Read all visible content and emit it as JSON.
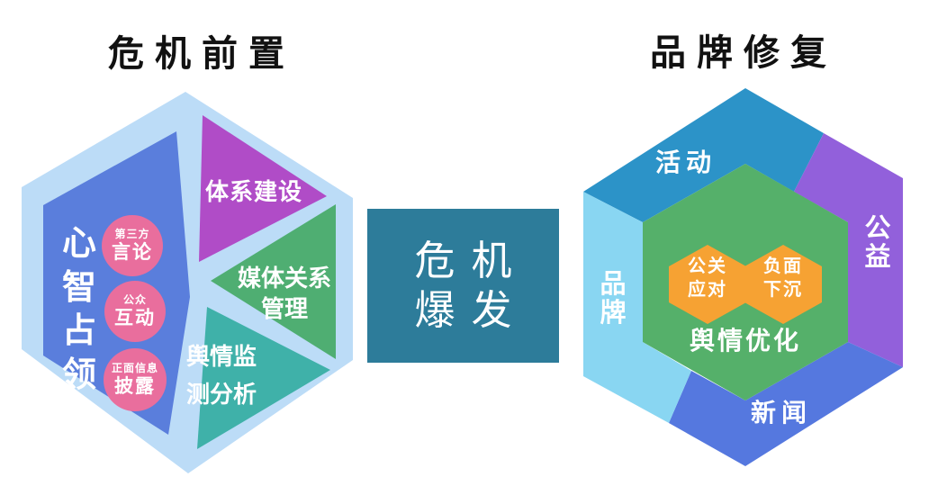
{
  "left_section": {
    "title": "危机前置",
    "hexagon": {
      "mind_panel": {
        "label": "心智占领"
      },
      "bubbles": [
        {
          "sub": "第三方",
          "main": "言论"
        },
        {
          "sub": "公众",
          "main": "互动"
        },
        {
          "sub": "正面信息",
          "main": "披露"
        }
      ],
      "system_triangle": {
        "label": "体系建设"
      },
      "media_triangle": {
        "line1": "媒体关系",
        "line2": "管理"
      },
      "monitor_triangle": {
        "line1": "舆情监",
        "line2": "测分析"
      }
    }
  },
  "center_block": {
    "line1": "危机",
    "line2": "爆发"
  },
  "right_section": {
    "title": "品牌修复",
    "hexagon": {
      "segments": {
        "top": "活动",
        "right": "公益",
        "left": "品牌",
        "bottom": "新闻"
      },
      "core": {
        "label": "舆情优化",
        "hex_left": {
          "line1": "公关",
          "line2": "应对"
        },
        "hex_right": {
          "line1": "负面",
          "line2": "下沉"
        }
      }
    }
  },
  "colors": {
    "left_hexagon_bg": "#BCDCF7",
    "mind_panel_blue": "#5A7EDC",
    "bubble_pink": "#E96E9D",
    "system_purple": "#B04CC7",
    "media_green": "#4FAE72",
    "monitor_teal": "#3FB1A9",
    "crisis_box_teal": "#2D7C9A",
    "activity_blue": "#2C93C8",
    "charity_purple": "#9260DB",
    "news_blue": "#5578DF",
    "brand_skyblue": "#89D6F2",
    "core_green": "#55B06A",
    "tactic_orange": "#F6A233",
    "title_black": "#111111"
  }
}
